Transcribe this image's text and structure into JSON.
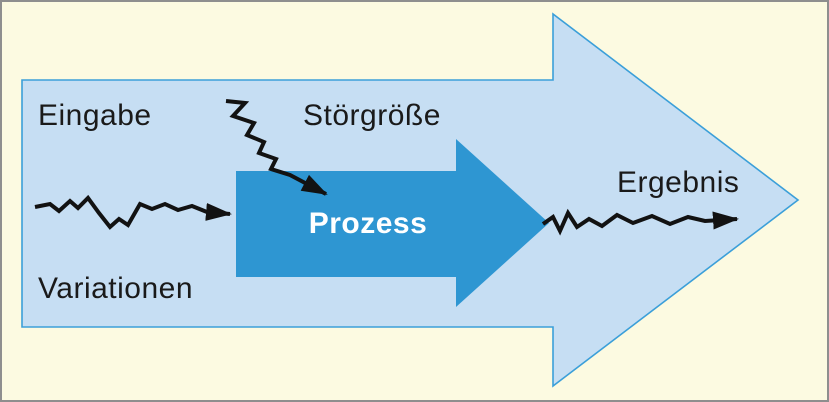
{
  "diagram": {
    "labels": {
      "input": "Eingabe",
      "disturbance": "Störgröße",
      "variations": "Variationen",
      "process": "Prozess",
      "result": "Ergebnis"
    },
    "colors": {
      "background": "#FCFAE1",
      "border": "#8E8E8E",
      "outer_arrow_fill": "#C6DEF3",
      "outer_arrow_stroke": "#3B9FD9",
      "inner_arrow_fill": "#2E96D2",
      "line": "#121212",
      "text": "#1A1A1A",
      "process_text": "#FFFFFF"
    }
  }
}
